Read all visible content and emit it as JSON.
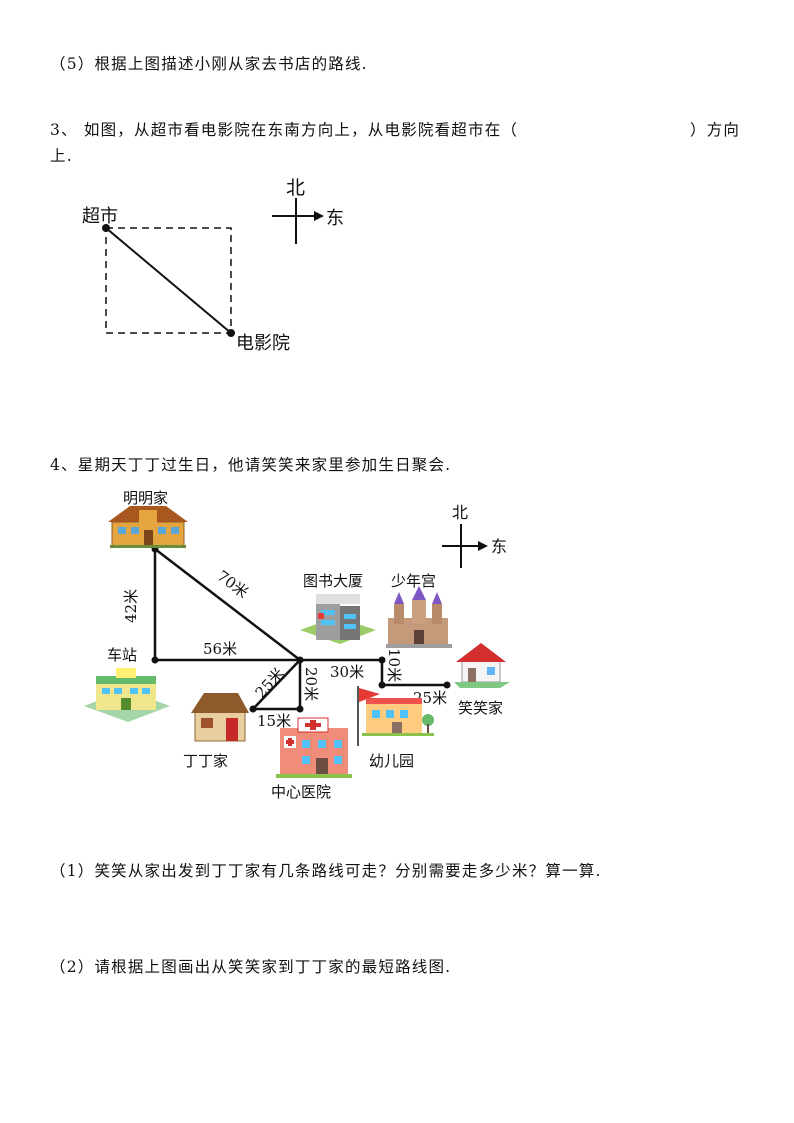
{
  "q2_5": "（5）根据上图描述小刚从家去书店的路线.",
  "q3": {
    "line1_pre": "3、  如图，从超市看电影院在东南方向上，从电影院看超市在（",
    "line1_post": "）方向",
    "line2": "上.",
    "compass": {
      "north": "北",
      "east": "东"
    },
    "labels": {
      "supermarket": "超市",
      "cinema": "电影院"
    }
  },
  "q4": {
    "intro": "4、星期天丁丁过生日，他请笑笑来家里参加生日聚会.",
    "compass": {
      "north": "北",
      "east": "东"
    },
    "places": {
      "mingming": "明明家",
      "station": "车站",
      "library": "图书大厦",
      "youth_palace": "少年宫",
      "dingding": "丁丁家",
      "hospital": "中心医院",
      "kindergarten": "幼儿园",
      "xiaoxiao": "笑笑家"
    },
    "distances": {
      "mingming_station": "42米",
      "mingming_center": "70米",
      "station_center": "56米",
      "center_dingding": "25米",
      "dingding_hospital": "15米",
      "center_hospital": "20米",
      "center_kindergarten": "30米",
      "kindergarten_up": "10米",
      "up_xiaoxiao": "25米"
    },
    "sub1": "（1）笑笑从家出发到丁丁家有几条路线可走？分别需要走多少米？算一算.",
    "sub2": "（2）请根据上图画出从笑笑家到丁丁家的最短路线图."
  }
}
